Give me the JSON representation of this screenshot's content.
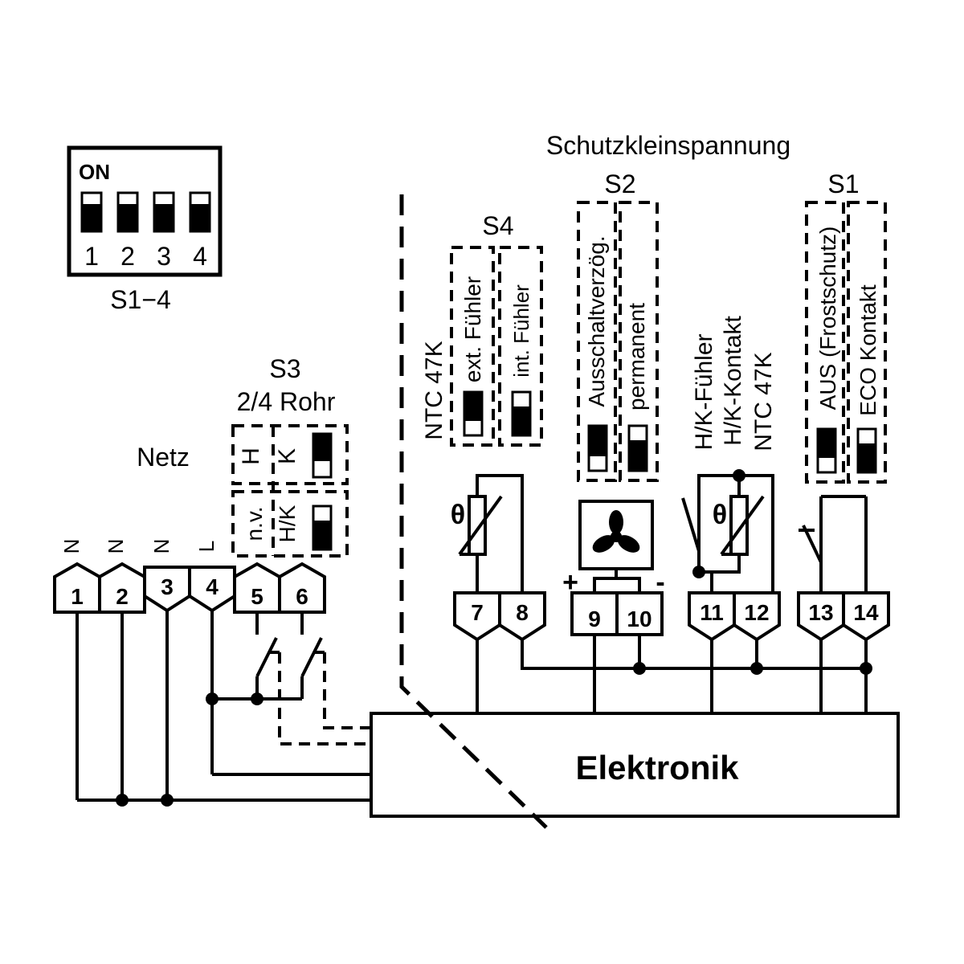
{
  "dip_block": {
    "on_label": "ON",
    "numbers": [
      "1",
      "2",
      "3",
      "4"
    ],
    "caption": "S1−4"
  },
  "header": "Schutzkleinspannung",
  "switches": {
    "s1": "S1",
    "s2": "S2",
    "s3": "S3",
    "s3_subtitle": "2/4 Rohr",
    "s4": "S4"
  },
  "labels": {
    "netz": "Netz",
    "s3_h": "H",
    "s3_k": "K",
    "s3_nv": "n.v.",
    "s3_hk": "H/K",
    "ntc_left": "NTC 47K",
    "ext_fuehler": "ext. Fühler",
    "int_fuehler": "int. Fühler",
    "ausschalt": "Ausschaltverzög.",
    "permanent": "permanent",
    "hk_fuehler": "H/K-Fühler",
    "hk_kontakt": "H/K-Kontakt",
    "ntc_right": "NTC  47K",
    "aus": "AUS (Frostschutz)",
    "eco": "ECO Kontakt",
    "theta": "θ",
    "plus": "+",
    "minus": "-",
    "elektronik": "Elektronik"
  },
  "wire_labels": [
    "N",
    "N",
    "N",
    "L"
  ],
  "terminals": [
    "1",
    "2",
    "3",
    "4",
    "5",
    "6",
    "7",
    "8",
    "9",
    "10",
    "11",
    "12",
    "13",
    "14"
  ]
}
